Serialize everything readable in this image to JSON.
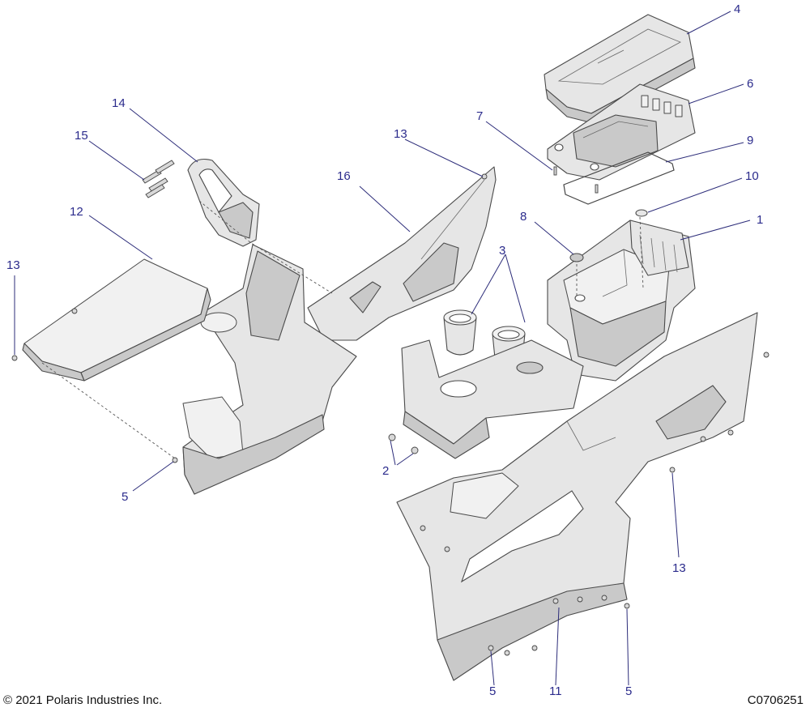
{
  "callouts": [
    {
      "label": "1"
    },
    {
      "label": "2"
    },
    {
      "label": "3"
    },
    {
      "label": "4"
    },
    {
      "label": "5"
    },
    {
      "label": "5"
    },
    {
      "label": "5"
    },
    {
      "label": "6"
    },
    {
      "label": "7"
    },
    {
      "label": "8"
    },
    {
      "label": "9"
    },
    {
      "label": "10"
    },
    {
      "label": "11"
    },
    {
      "label": "12"
    },
    {
      "label": "13"
    },
    {
      "label": "13"
    },
    {
      "label": "13"
    },
    {
      "label": "14"
    },
    {
      "label": "15"
    },
    {
      "label": "16"
    }
  ],
  "footer": {
    "copyright": "© 2021 Polaris Industries Inc.",
    "drawing_id": "C0706251"
  },
  "colors": {
    "callout_text": "#2b2b8c",
    "part_fill": "#e6e6e6",
    "outline": "#4a4a4a"
  }
}
